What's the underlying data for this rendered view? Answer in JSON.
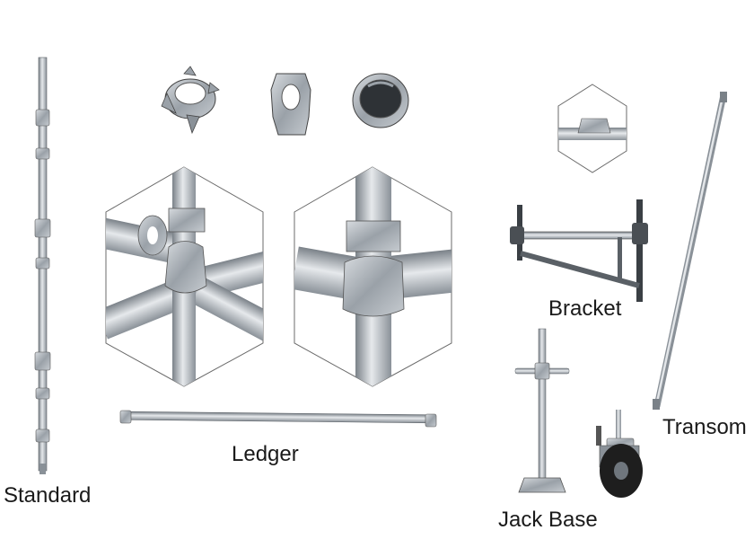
{
  "labels": {
    "standard": "Standard",
    "ledger": "Ledger",
    "bracket": "Bracket",
    "transom": "Transom",
    "jack_base": "Jack Base"
  },
  "colors": {
    "steel_light": "#e4e7ea",
    "steel_mid": "#b3b9bf",
    "steel_dark": "#6f767d",
    "outline": "#333333",
    "rubber": "#1e1e1e"
  }
}
